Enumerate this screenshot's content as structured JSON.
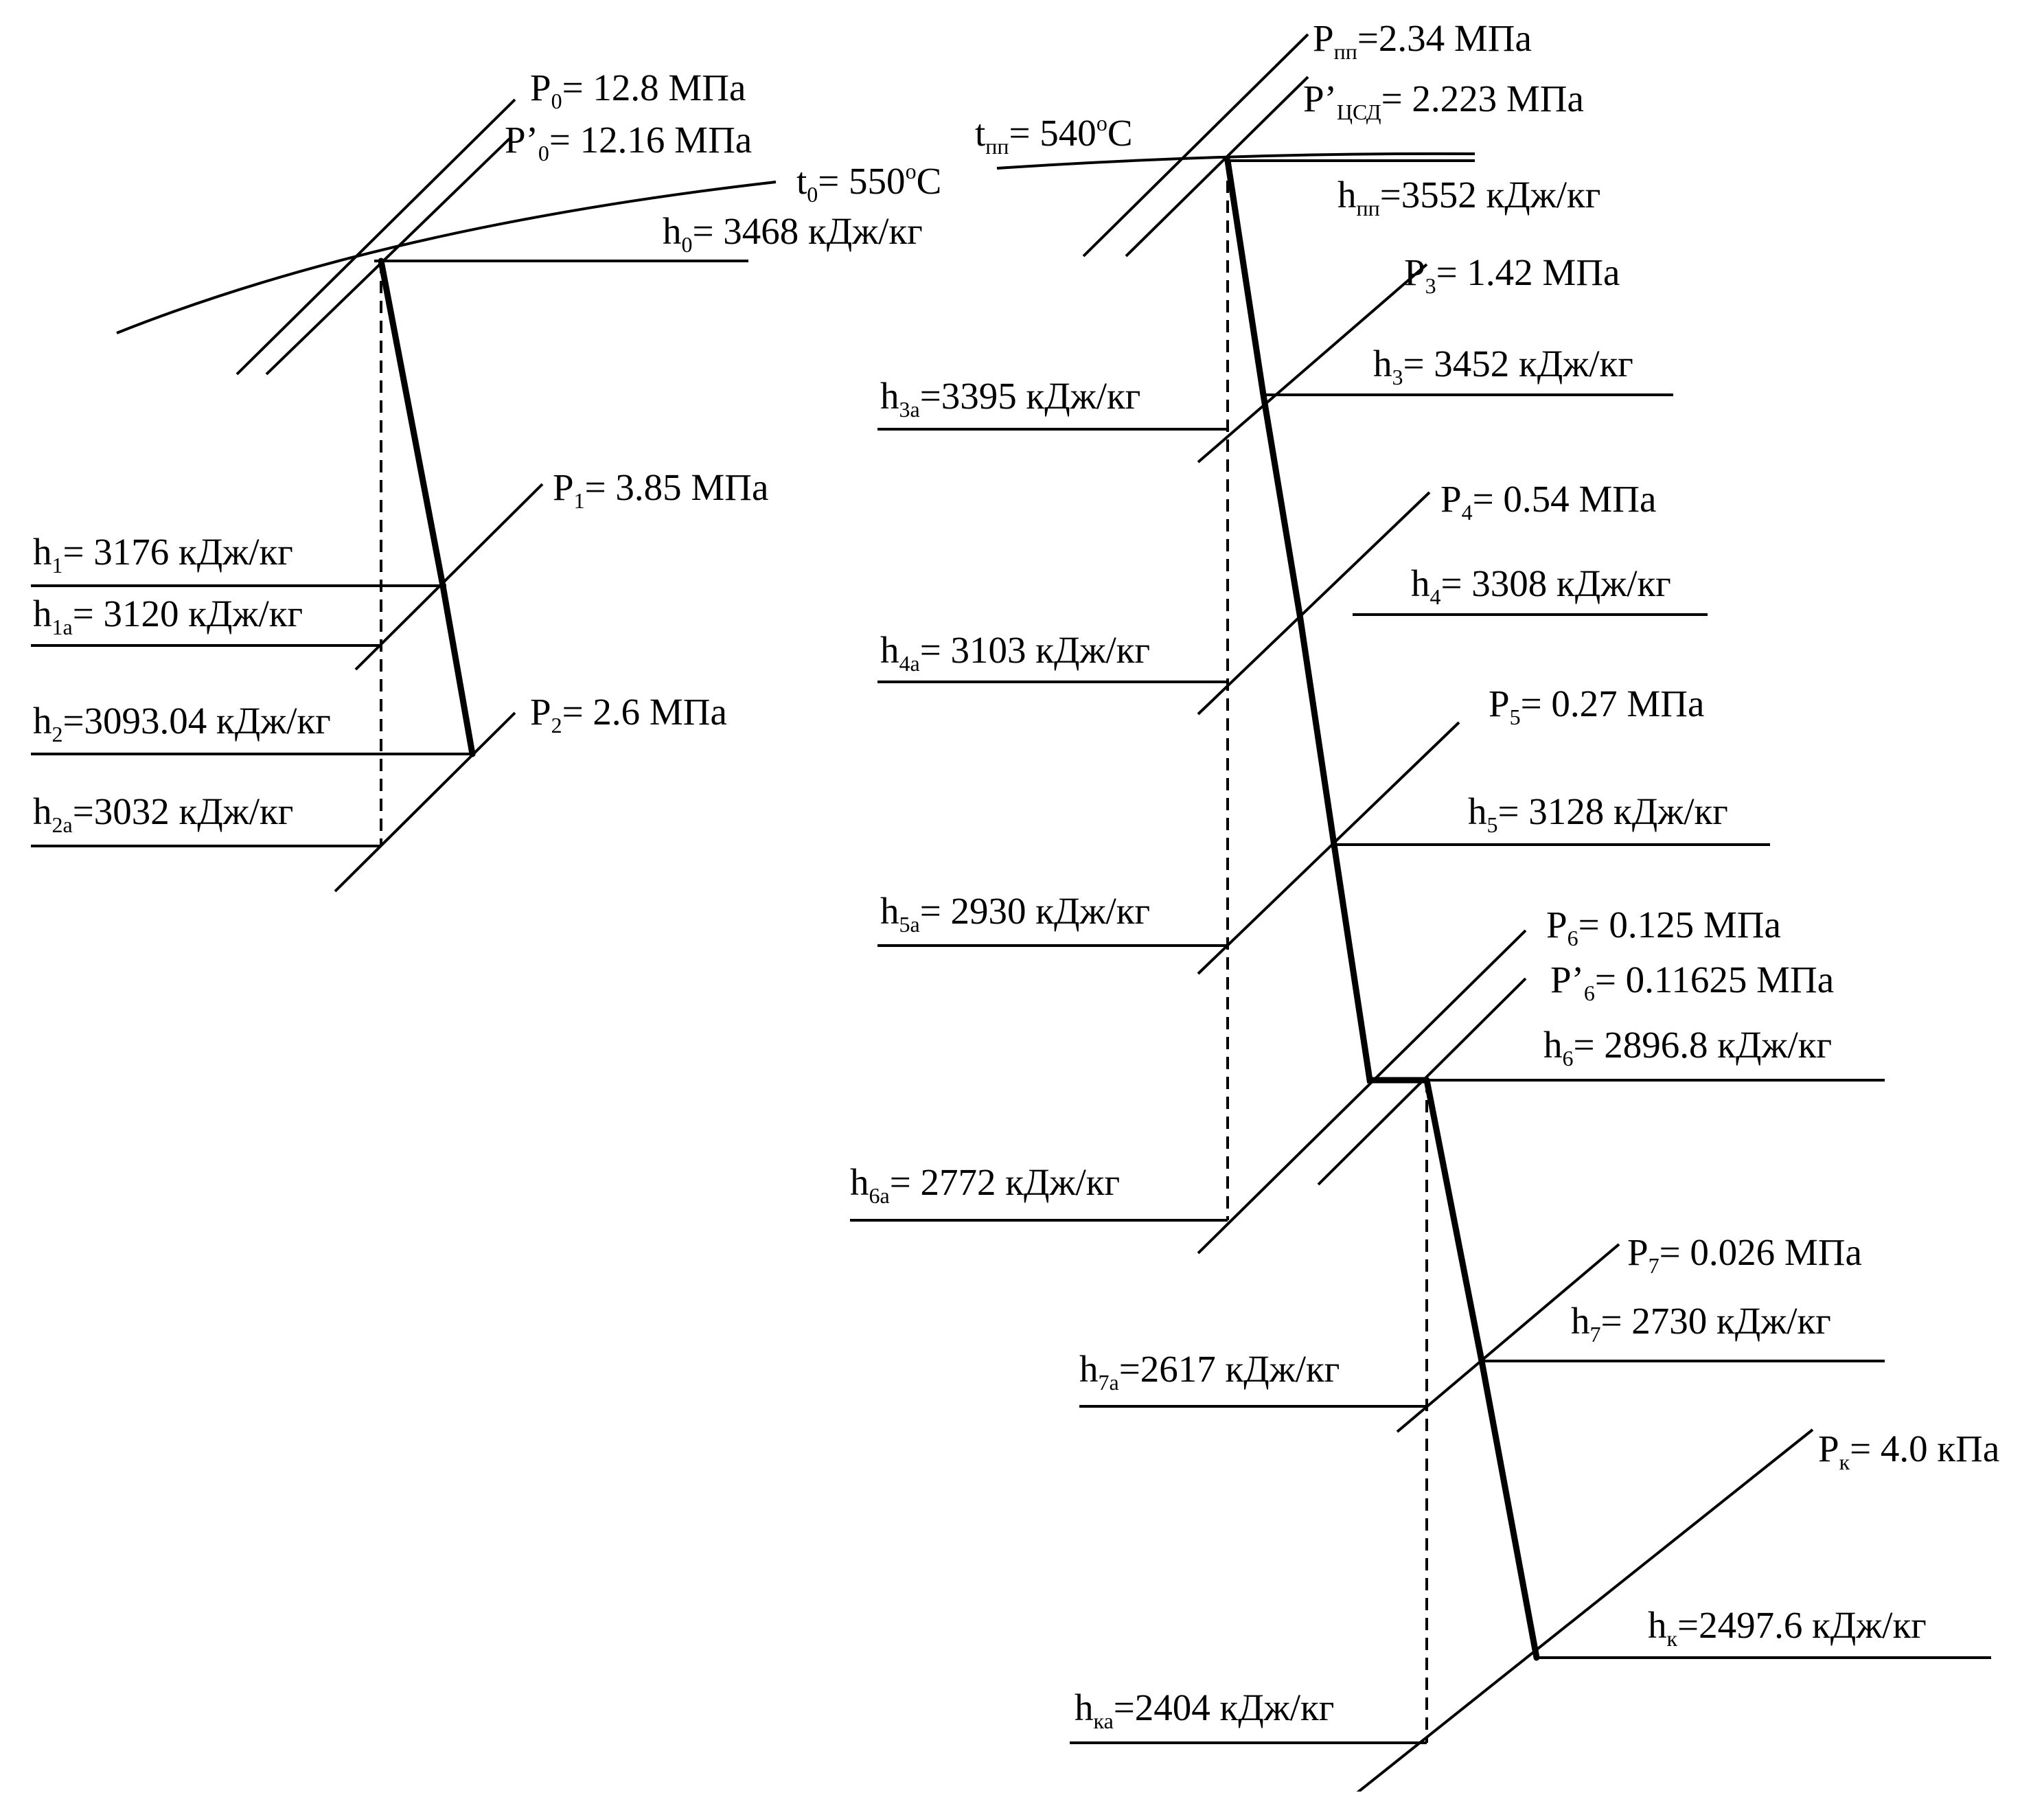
{
  "colors": {
    "ink": "#000000",
    "background": "#ffffff"
  },
  "labels": {
    "P0": {
      "sym": "P",
      "sub": "0",
      "val": "= 12.8  МПа"
    },
    "P0p": {
      "sym": "P’",
      "sub": "0",
      "val": "= 12.16 МПа"
    },
    "t0": {
      "sym": "t",
      "sub": "0",
      "val": "= 550",
      "sup": "o",
      "tail": "C"
    },
    "h0": {
      "sym": "h",
      "sub": "0",
      "val": "= 3468 кДж/кг"
    },
    "P1": {
      "sym": "P",
      "sub": "1",
      "val": "= 3.85 МПа"
    },
    "h1": {
      "sym": "h",
      "sub": "1",
      "val": "= 3176 кДж/кг"
    },
    "h1a": {
      "sym": "h",
      "sub": "1a",
      "val": "= 3120 кДж/кг"
    },
    "P2": {
      "sym": "P",
      "sub": "2",
      "val": "= 2.6 МПа"
    },
    "h2": {
      "sym": "h",
      "sub": "2",
      "val": "=3093.04 кДж/кг"
    },
    "h2a": {
      "sym": "h",
      "sub": "2a",
      "val": "=3032 кДж/кг"
    },
    "Ppp": {
      "sym": "P",
      "sub": "пп",
      "val": "=2.34 МПа"
    },
    "Pcsd": {
      "sym": "P’",
      "sub": "ЦСД",
      "val": "= 2.223 МПа"
    },
    "tpp": {
      "sym": "t",
      "sub": "пп",
      "val": "= 540",
      "sup": "o",
      "tail": "C"
    },
    "hpp": {
      "sym": "h",
      "sub": "пп",
      "val": "=3552 кДж/кг"
    },
    "P3": {
      "sym": "P",
      "sub": "3",
      "val": "= 1.42 МПа"
    },
    "h3": {
      "sym": "h",
      "sub": "3",
      "val": "= 3452 кДж/кг"
    },
    "h3a": {
      "sym": "h",
      "sub": "3a",
      "val": "=3395 кДж/кг"
    },
    "P4": {
      "sym": "P",
      "sub": "4",
      "val": "= 0.54 МПа"
    },
    "h4": {
      "sym": "h",
      "sub": "4",
      "val": "= 3308 кДж/кг"
    },
    "h4a": {
      "sym": "h",
      "sub": "4a",
      "val": "= 3103 кДж/кг"
    },
    "P5": {
      "sym": "P",
      "sub": "5",
      "val": "= 0.27 МПа"
    },
    "h5": {
      "sym": "h",
      "sub": "5",
      "val": "= 3128 кДж/кг"
    },
    "h5a": {
      "sym": "h",
      "sub": "5a",
      "val": "= 2930 кДж/кг"
    },
    "P6": {
      "sym": "P",
      "sub": "6",
      "val": "= 0.125 МПа"
    },
    "P6p": {
      "sym": "P’",
      "sub": "6",
      "val": "= 0.11625 МПа"
    },
    "h6": {
      "sym": "h",
      "sub": "6",
      "val": "= 2896.8 кДж/кг"
    },
    "h6a": {
      "sym": "h",
      "sub": "6a",
      "val": "= 2772  кДж/кг"
    },
    "P7": {
      "sym": "P",
      "sub": "7",
      "val": "= 0.026 МПа"
    },
    "h7": {
      "sym": "h",
      "sub": "7",
      "val": "= 2730 кДж/кг"
    },
    "h7a": {
      "sym": "h",
      "sub": "7a",
      "val": "=2617 кДж/кг"
    },
    "Pk": {
      "sym": "P",
      "sub": "к",
      "val": "= 4.0 кПа"
    },
    "hk": {
      "sym": "h",
      "sub": "к",
      "val": "=2497.6 кДж/кг"
    },
    "hka": {
      "sym": "h",
      "sub": "ка",
      "val": "=2404 кДж/кг"
    }
  }
}
